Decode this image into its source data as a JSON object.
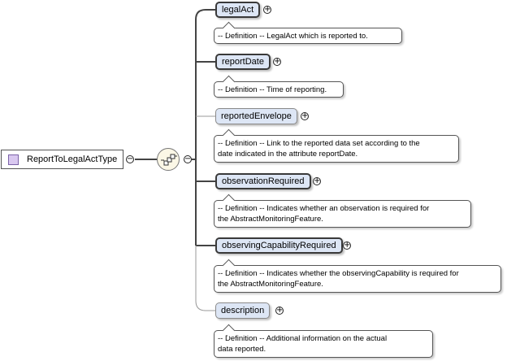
{
  "root": {
    "label": "ReportToLegalActType",
    "collapse_symbol": "−"
  },
  "sequence": {
    "collapse_symbol": "−"
  },
  "expand_symbol": "+",
  "elements": [
    {
      "name": "legalAct",
      "mandatory": true,
      "doc": [
        "-- Definition -- LegalAct which is reported to."
      ]
    },
    {
      "name": "reportDate",
      "mandatory": true,
      "doc": [
        "-- Definition -- Time of reporting."
      ]
    },
    {
      "name": "reportedEnvelope",
      "mandatory": false,
      "doc": [
        "-- Definition -- Link to the reported data set according to the",
        "date indicated in the attribute reportDate."
      ]
    },
    {
      "name": "observationRequired",
      "mandatory": true,
      "doc": [
        "-- Definition -- Indicates whether an observation is required for",
        "the AbstractMonitoringFeature."
      ]
    },
    {
      "name": "observingCapabilityRequired",
      "mandatory": true,
      "doc": [
        "-- Definition -- Indicates whether the observingCapability is required for",
        "the AbstractMonitoringFeature."
      ]
    },
    {
      "name": "description",
      "mandatory": false,
      "doc": [
        "-- Definition -- Additional information on the actual",
        "data reported."
      ]
    }
  ]
}
